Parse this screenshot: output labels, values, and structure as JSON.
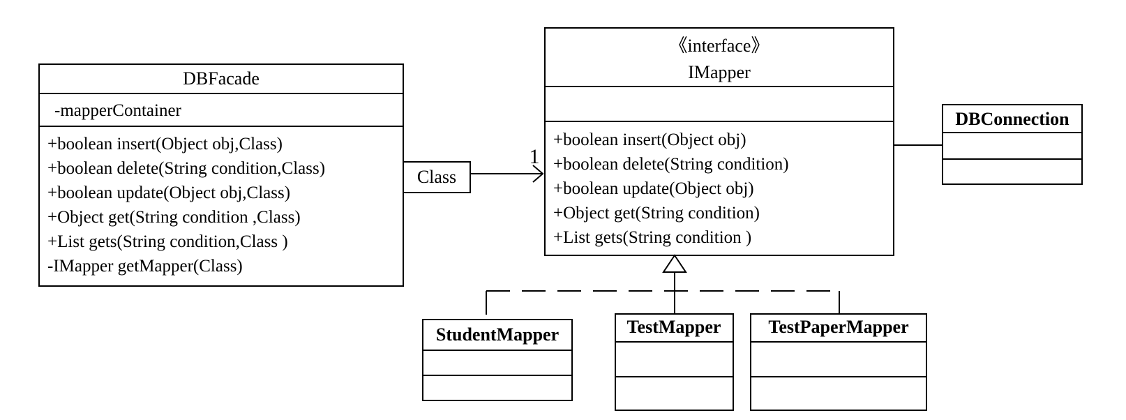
{
  "classes": {
    "dbfacade": {
      "name": "DBFacade",
      "attributes": [
        "-mapperContainer"
      ],
      "operations": [
        "+boolean insert(Object obj,Class)",
        "+boolean delete(String condition,Class)",
        "+boolean update(Object obj,Class)",
        "+Object get(String condition ,Class)",
        "+List gets(String condition,Class )",
        "-IMapper getMapper(Class)"
      ]
    },
    "imapper": {
      "stereotype": "《interface》",
      "name": "IMapper",
      "attributes": [],
      "operations": [
        "+boolean insert(Object obj)",
        "+boolean delete(String condition)",
        "+boolean update(Object obj)",
        "+Object get(String  condition)",
        "+List gets(String condition )"
      ]
    },
    "dbconnection": {
      "name": "DBConnection"
    },
    "student_mapper": {
      "name": "StudentMapper"
    },
    "test_mapper": {
      "name": "TestMapper"
    },
    "testpaper_mapper": {
      "name": "TestPaperMapper"
    }
  },
  "relations": {
    "qualifier": "Class",
    "multiplicity": "1"
  }
}
